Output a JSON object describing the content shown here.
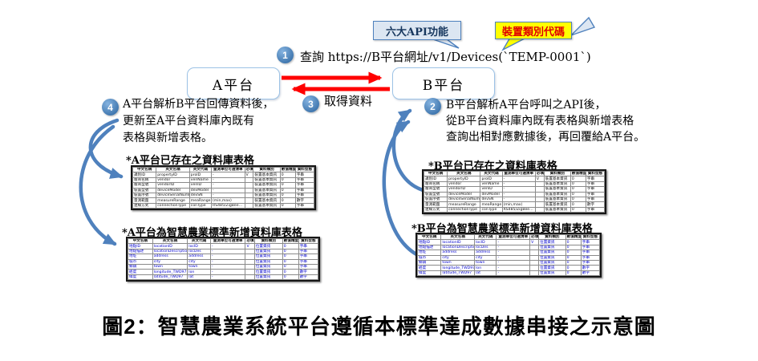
{
  "callouts": {
    "api": {
      "label": "六大API功能"
    },
    "device_code": {
      "label": "裝置類別代碼"
    }
  },
  "platforms": {
    "a": "A平台",
    "b": "B平台"
  },
  "flow": {
    "step1": {
      "num": "1",
      "text": "查詢 https://B平台網址/v1/Devices(`TEMP-0001`)"
    },
    "step2": {
      "num": "2",
      "lines": [
        "B平台解析A平台呼叫之API後，",
        "從B平台資料庫內既有表格與新增表格",
        "查詢出相對應數據後，再回覆給A平台。"
      ]
    },
    "step3": {
      "num": "3",
      "text": "取得資料"
    },
    "step4": {
      "num": "4",
      "lines": [
        "A平台解析B平台回傳資料後，",
        "更新至A平台資料庫內既有",
        "表格與新增表格。"
      ]
    }
  },
  "tables": {
    "headers": [
      "中文名稱",
      "英文名稱",
      "英文代碼",
      "量測單位可選清單",
      "必填",
      "資料類別",
      "數值精度",
      "資料型態"
    ],
    "a_existing": {
      "title": "*A平台已存在之資料庫表格",
      "headers": [
        "中文名稱",
        "英文名稱",
        "英文代碼",
        "量測單位可選清單",
        "必填",
        "資料類別",
        "數值精度",
        "資料型態"
      ],
      "rows": [
        [
          "識別ID",
          "propertyID",
          "proID",
          "-",
          "V",
          "裝置基本資訊",
          "0",
          "字串"
        ],
        [
          "廠商名稱",
          "vendor",
          "venName",
          "-",
          "",
          "裝置基本資訊",
          "0",
          "字串"
        ],
        [
          "廠商型號",
          "vendorID",
          "venID",
          "-",
          "",
          "裝置基本資訊",
          "0",
          "字串"
        ],
        [
          "裝置型號",
          "deviceModel",
          "devModel",
          "-",
          "",
          "裝置基本資訊",
          "0",
          "字串"
        ],
        [
          "裝置序號",
          "deviceSerialNumber",
          "devSN",
          "-",
          "",
          "裝置基本資訊",
          "0",
          "字串"
        ],
        [
          "量測範圍",
          "measureRange",
          "meaRange",
          "(min,max)",
          "",
          "裝置基本資訊",
          "0",
          "數字"
        ],
        [
          "連線方式",
          "connectionType",
          "conType",
          "RS485/ZigBee…",
          "",
          "裝置基本資訊",
          "0",
          "字串"
        ]
      ]
    },
    "a_new": {
      "title": "*A平台為智慧農業標準新增資料庫表格",
      "headers": [
        "中文名稱",
        "英文名稱",
        "英文代碼",
        "量測單位可選清單",
        "必填",
        "資料類別",
        "數值精度",
        "資料型態"
      ],
      "rows": [
        [
          "地點ID",
          "locationID",
          "locID",
          "-",
          "V",
          "位置資訊",
          "0",
          "字串"
        ],
        [
          "地點描述",
          "locationDescription",
          "locDes",
          "-",
          "",
          "位置資訊",
          "0",
          "字串"
        ],
        [
          "地址",
          "address",
          "address",
          "-",
          "",
          "位置資訊",
          "0",
          "字串"
        ],
        [
          "城市",
          "city",
          "city",
          "-",
          "",
          "位置資訊",
          "0",
          "字串"
        ],
        [
          "鄉鎮",
          "town",
          "town",
          "-",
          "",
          "位置資訊",
          "0",
          "字串"
        ],
        [
          "經度",
          "longitude_TWD97",
          "lon",
          "-",
          "",
          "位置資訊",
          "0",
          "數字"
        ],
        [
          "緯度",
          "latitude_TWD97",
          "lat",
          "-",
          "",
          "位置資訊",
          "0",
          "數字"
        ]
      ]
    },
    "b_existing": {
      "title": "*B平台已存在之資料庫表格",
      "headers": [
        "中文名稱",
        "英文名稱",
        "英文代碼",
        "量測單位可選清單",
        "必填",
        "資料類別",
        "數值精度",
        "資料型態"
      ],
      "rows": [
        [
          "識別ID",
          "propertyID",
          "proID",
          "-",
          "V",
          "裝置基本資訊",
          "0",
          "字串"
        ],
        [
          "廠商名稱",
          "vendor",
          "venName",
          "-",
          "",
          "裝置基本資訊",
          "0",
          "字串"
        ],
        [
          "廠商型號",
          "vendorID",
          "venID",
          "-",
          "",
          "裝置基本資訊",
          "0",
          "字串"
        ],
        [
          "裝置型號",
          "deviceModel",
          "devModel",
          "-",
          "",
          "裝置基本資訊",
          "0",
          "字串"
        ],
        [
          "裝置序號",
          "deviceSerialNumber",
          "devSN",
          "-",
          "",
          "裝置基本資訊",
          "0",
          "字串"
        ],
        [
          "量測範圍",
          "measureRange",
          "meaRange",
          "(min,max)",
          "",
          "裝置基本資訊",
          "0",
          "數字"
        ],
        [
          "連線方式",
          "connectionType",
          "conType",
          "RS485/ZigBee…",
          "",
          "裝置基本資訊",
          "0",
          "字串"
        ]
      ]
    },
    "b_new": {
      "title": "*B平台為智慧農業標準新增資料庫表格",
      "headers": [
        "中文名稱",
        "英文名稱",
        "英文代碼",
        "量測單位可選清單",
        "必填",
        "資料類別",
        "數值精度",
        "資料型態"
      ],
      "rows": [
        [
          "地點ID",
          "locationID",
          "locID",
          "-",
          "V",
          "位置資訊",
          "0",
          "字串"
        ],
        [
          "地點描述",
          "locationDescription",
          "locDes",
          "-",
          "",
          "位置資訊",
          "0",
          "字串"
        ],
        [
          "地址",
          "address",
          "address",
          "-",
          "",
          "位置資訊",
          "0",
          "字串"
        ],
        [
          "城市",
          "city",
          "city",
          "-",
          "",
          "位置資訊",
          "0",
          "字串"
        ],
        [
          "鄉鎮",
          "town",
          "town",
          "-",
          "",
          "位置資訊",
          "0",
          "字串"
        ],
        [
          "經度",
          "longitude_TWD97",
          "lon",
          "-",
          "",
          "位置資訊",
          "0",
          "數字"
        ],
        [
          "緯度",
          "latitude_TWD97",
          "lat",
          "-",
          "",
          "位置資訊",
          "0",
          "數字"
        ]
      ]
    }
  },
  "caption": "圖2：智慧農業系統平台遵循本標準達成數據串接之示意圖",
  "colors": {
    "accent_blue": "#4f81bd",
    "callout_blue_fill": "#dce6f2",
    "callout_yellow_fill": "#ffff00",
    "callout_red_text": "#e00000",
    "arrow_red": "#ff0000",
    "table_link_blue": "#0000cc",
    "box_border_blue": "#9dc3e6"
  }
}
